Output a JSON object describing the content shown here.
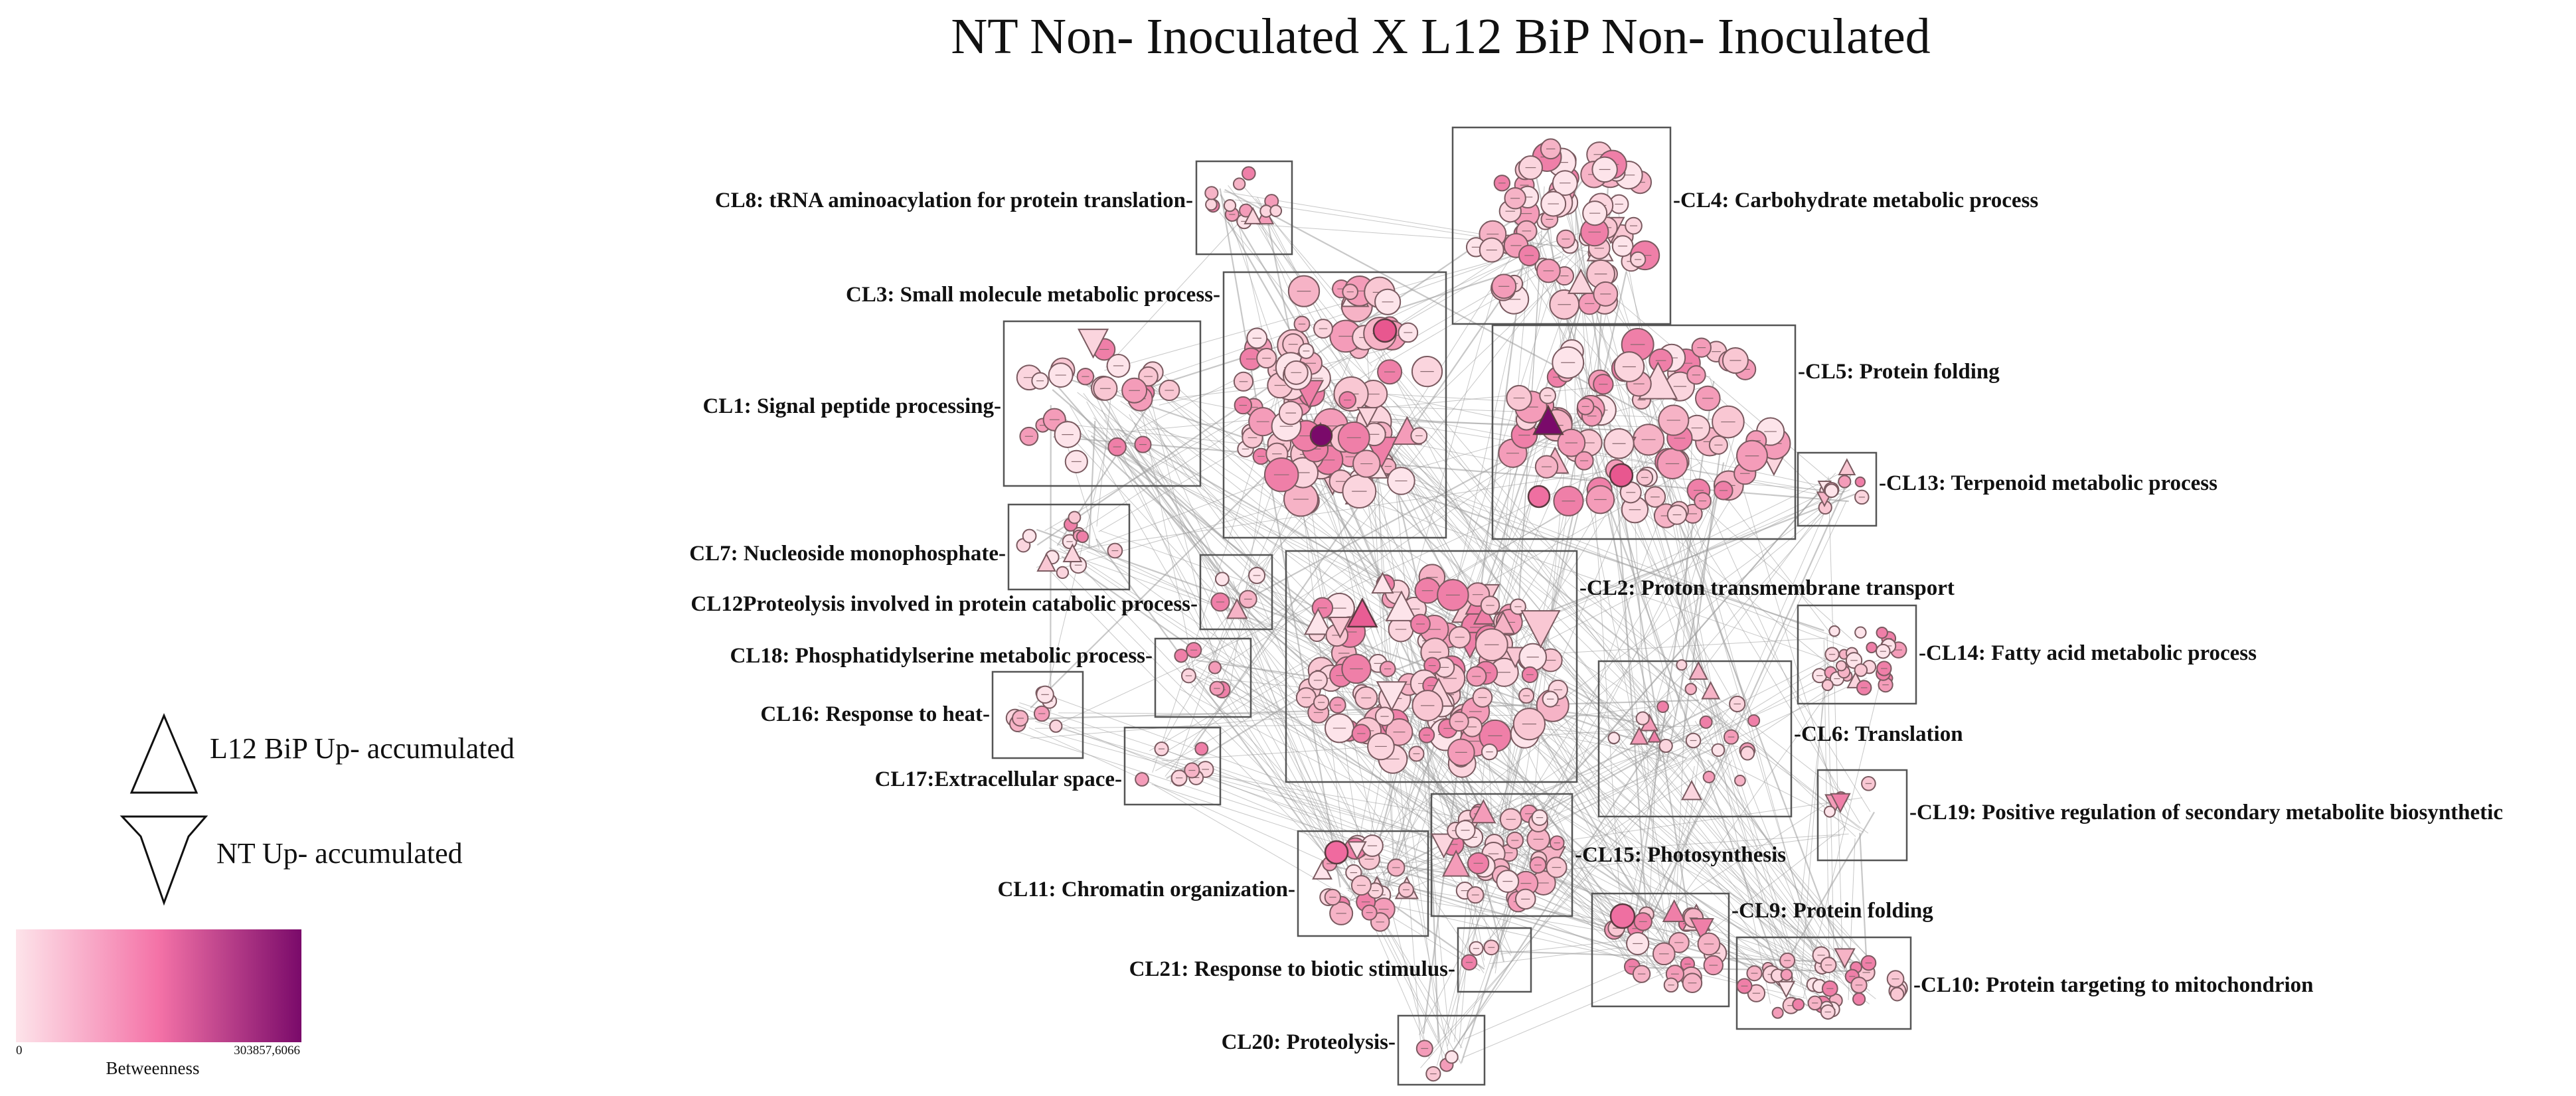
{
  "title": "NT Non- Inoculated X L12 BiP Non- Inoculated",
  "clusters": [
    {
      "id": "CL8",
      "label": "CL8: tRNA aminoacylation for protein translation-"
    },
    {
      "id": "CL4",
      "label": "-CL4: Carbohydrate metabolic process"
    },
    {
      "id": "CL3",
      "label": "CL3: Small molecule metabolic process-"
    },
    {
      "id": "CL5",
      "label": "-CL5: Protein folding"
    },
    {
      "id": "CL1",
      "label": "CL1: Signal peptide processing-"
    },
    {
      "id": "CL13",
      "label": "-CL13: Terpenoid metabolic process"
    },
    {
      "id": "CL7",
      "label": "CL7: Nucleoside monophosphate-"
    },
    {
      "id": "CL12",
      "label": "CL12Proteolysis involved in protein catabolic process-"
    },
    {
      "id": "CL2",
      "label": "-CL2: Proton transmembrane transport"
    },
    {
      "id": "CL18",
      "label": "CL18: Phosphatidylserine metabolic process-"
    },
    {
      "id": "CL14",
      "label": "-CL14: Fatty acid metabolic process"
    },
    {
      "id": "CL16",
      "label": "CL16: Response to heat-"
    },
    {
      "id": "CL6",
      "label": "-CL6: Translation"
    },
    {
      "id": "CL17",
      "label": "CL17:Extracellular space-"
    },
    {
      "id": "CL19",
      "label": "-CL19: Positive regulation of secondary metabolite biosynthetic"
    },
    {
      "id": "CL15",
      "label": "-CL15: Photosynthesis"
    },
    {
      "id": "CL11",
      "label": "CL11: Chromatin organization-"
    },
    {
      "id": "CL9",
      "label": "-CL9: Protein folding"
    },
    {
      "id": "CL21",
      "label": "CL21: Response to biotic stimulus-"
    },
    {
      "id": "CL10",
      "label": "-CL10: Protein targeting to mitochondrion"
    },
    {
      "id": "CL20",
      "label": "CL20: Proteolysis-"
    }
  ],
  "legend": {
    "up_triangle": "L12 BiP Up-  accumulated",
    "down_triangle": "NT Up-  accumulated",
    "scale_min": "0",
    "scale_max": "303857,6066",
    "scale_label": "Betweenness",
    "colors": [
      "#fde4ea",
      "#f472a7",
      "#7a0a6a"
    ]
  }
}
